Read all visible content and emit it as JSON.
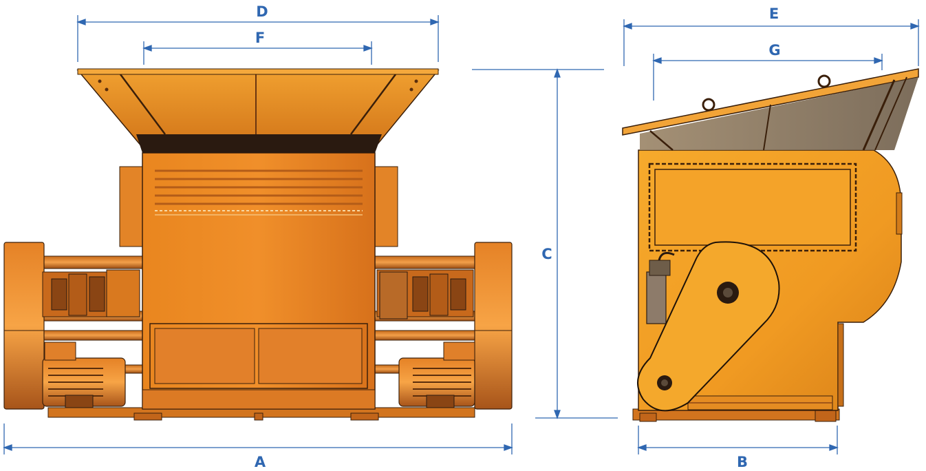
{
  "colors": {
    "dimension": "#2f67b1",
    "body_light": "#f2a235",
    "body_mid": "#e47f26",
    "body_dark": "#b85a14",
    "outline": "#3a1f0a",
    "hopper_inner": "#d9831e",
    "shadow": "#2a1a10"
  },
  "dimensions": {
    "A": "A",
    "B": "B",
    "C": "C",
    "D": "D",
    "E": "E",
    "F": "F",
    "G": "G"
  }
}
